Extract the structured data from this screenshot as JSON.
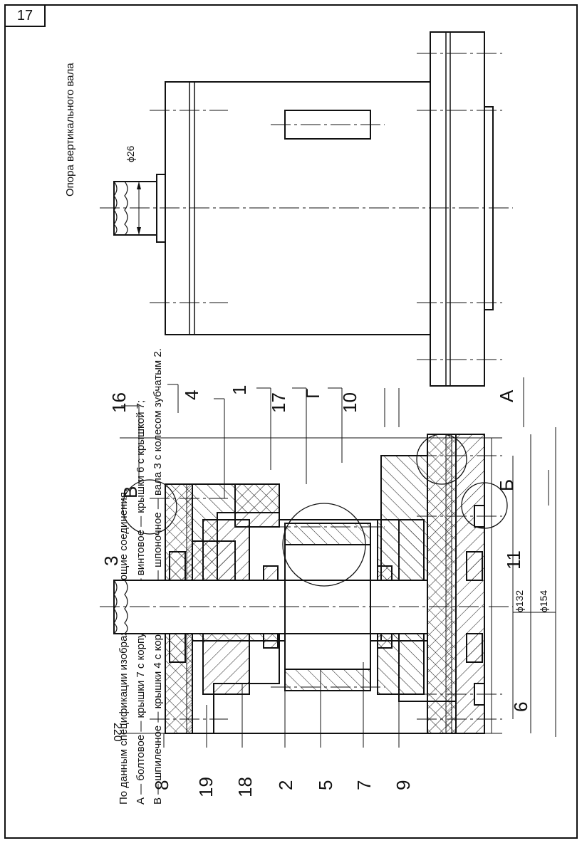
{
  "sheet_number": "17",
  "title": "Опора вертикального вала",
  "task": {
    "line1": "По данным спецификации изобразить следующие соединения.",
    "line2": "А — болтовое — крышки 7 с корпусом 1; Б — винтовое — крышки 6 с крышкой 7;",
    "line3": "В — шпилечное — крышки 4 с корпусом 1; Г — шпоночное — вала 3 с колесом зубчатым 2."
  },
  "dimensions": {
    "overall": "220",
    "d132": "ϕ132",
    "d154": "ϕ154",
    "d26": "ϕ26"
  },
  "callouts": {
    "A": "А",
    "B": "Б",
    "V": "В",
    "G": "Г",
    "p1": "1",
    "p2": "2",
    "p3": "3",
    "p4": "4",
    "p5": "5",
    "p6": "6",
    "p7": "7",
    "p8": "8",
    "p9": "9",
    "p10": "10",
    "p11": "11",
    "p16": "16",
    "p17": "17",
    "p18": "18",
    "p19": "19"
  }
}
